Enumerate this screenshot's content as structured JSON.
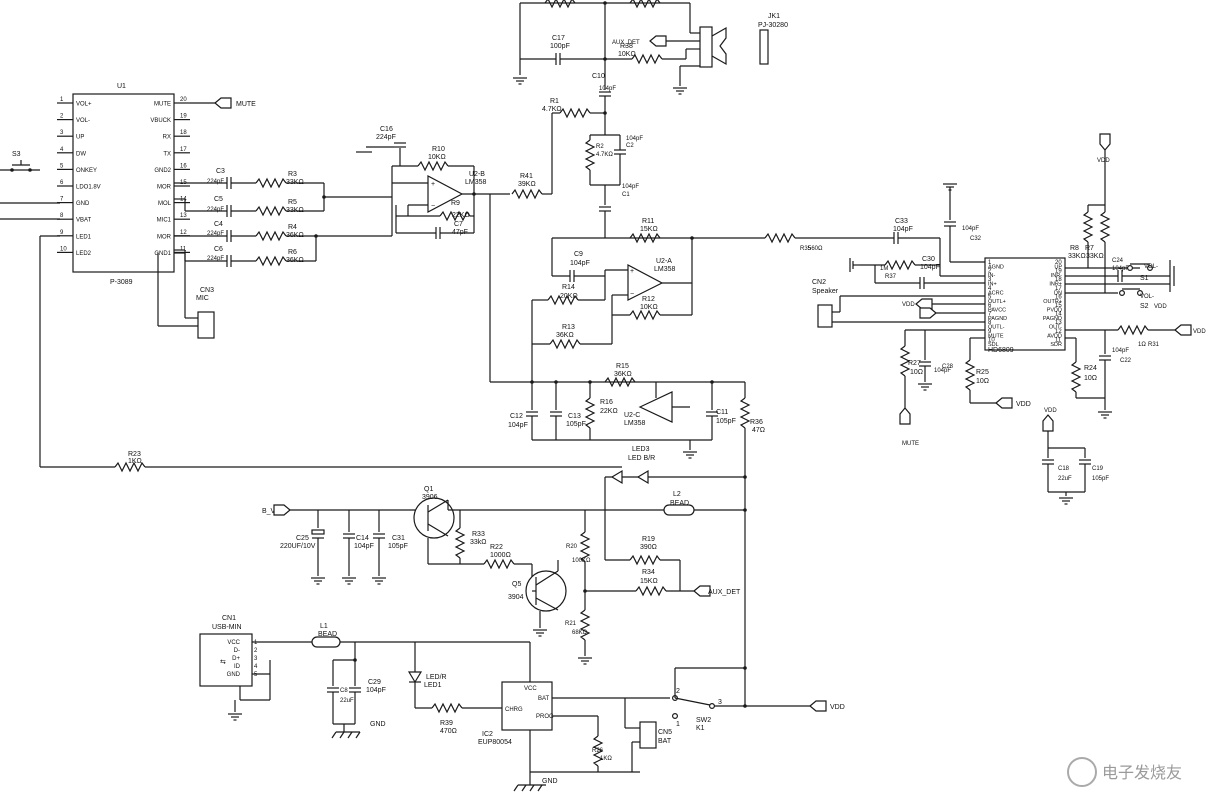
{
  "u1": {
    "ref": "U1",
    "part": "P-3089",
    "pins_left": [
      {
        "n": "1",
        "name": "VOL+"
      },
      {
        "n": "2",
        "name": "VOL-"
      },
      {
        "n": "3",
        "name": "UP"
      },
      {
        "n": "4",
        "name": "DW"
      },
      {
        "n": "5",
        "name": "ONKEY"
      },
      {
        "n": "6",
        "name": "LDO1.8V"
      },
      {
        "n": "7",
        "name": "GND"
      },
      {
        "n": "8",
        "name": "VBAT"
      },
      {
        "n": "9",
        "name": "LED1"
      },
      {
        "n": "10",
        "name": "LED2"
      }
    ],
    "pins_right": [
      {
        "n": "20",
        "name": "MUTE"
      },
      {
        "n": "19",
        "name": "VBUCK"
      },
      {
        "n": "18",
        "name": "RX"
      },
      {
        "n": "17",
        "name": "TX"
      },
      {
        "n": "16",
        "name": "GND2"
      },
      {
        "n": "15",
        "name": "MOR"
      },
      {
        "n": "14",
        "name": "MOL"
      },
      {
        "n": "13",
        "name": "MIC1"
      },
      {
        "n": "12",
        "name": "MOR"
      },
      {
        "n": "11",
        "name": "GND1"
      }
    ]
  },
  "labels": {
    "mute": "MUTE",
    "s3": "S3",
    "cn3": "CN3",
    "mic": "MIC",
    "c16": "C16",
    "c16v": "224pF",
    "c3": "C3",
    "c3v": "224pF",
    "c5": "C5",
    "c5v": "224pF",
    "c4": "C4",
    "c4v": "224pF",
    "c6": "C6",
    "c6v": "224pF",
    "r3": "R3",
    "r3v": "33KΩ",
    "r5": "R5",
    "r5v": "33KΩ",
    "r4": "R4",
    "r4v": "36KΩ",
    "r6": "R6",
    "r6v": "36KΩ",
    "r10": "R10",
    "r10v": "10KΩ",
    "r9": "R9",
    "r9v": "22KΩ",
    "c7": "C7",
    "c7v": "47pF",
    "u2b": "U2-B",
    "u2bp": "LM358",
    "r41": "R41",
    "r41v": "39KΩ",
    "c17": "C17",
    "c17v": "100pF",
    "r38": "R38",
    "r38v": "10KΩ",
    "auxdet": "AUX_DET",
    "jk1": "JK1",
    "jk1p": "PJ-30280",
    "c10": "C10",
    "c10v": "104pF",
    "r1": "R1",
    "r1v": "4.7KΩ",
    "r2": "R2",
    "r2v": "4.7KΩ",
    "c2": "C2",
    "c2v": "104pF",
    "c1": "C1",
    "c1v": "104pF",
    "r11": "R11",
    "r11v": "15KΩ",
    "c9": "C9",
    "c9v": "104pF",
    "u2a": "U2-A",
    "u2ap": "LM358",
    "r14": "R14",
    "r14v": "20KΩ",
    "r12": "R12",
    "r12v": "10KΩ",
    "r13": "R13",
    "r13v": "36KΩ",
    "r15": "R15",
    "r15v": "36KΩ",
    "r16": "R16",
    "r16v": "22KΩ",
    "u2c": "U2-C",
    "u2cp": "LM358",
    "c12": "C12",
    "c12v": "104pF",
    "c13": "C13",
    "c13v": "105pF",
    "c11": "C11",
    "c11v": "105pF",
    "r36": "R36",
    "r36v": "47Ω",
    "r23": "R23",
    "r23v": "1KΩ",
    "led3": "LED3",
    "led3v": "LED B/R",
    "q1": "Q1",
    "q1v": "3906",
    "bvdd": "B_VDD",
    "l2": "L2",
    "l2v": "BEAD",
    "c25": "C25",
    "c25v": "220UF/10V",
    "c14": "C14",
    "c14v": "104pF",
    "c31": "C31",
    "c31v": "105pF",
    "r33": "R33",
    "r33v": "33kΩ",
    "r22": "R22",
    "r22v": "1000Ω",
    "q5": "Q5",
    "q5v": "3904",
    "r20": "R20",
    "r20v": "100KΩ",
    "r19": "R19",
    "r19v": "390Ω",
    "r34": "R34",
    "r34v": "15KΩ",
    "auxdet2": "AUX_DET",
    "r21": "R21",
    "r21v": "68KΩ",
    "cn1": "CN1",
    "cn1p": "USB-MIN",
    "cn1pins": [
      "VCC",
      "D-",
      "D+",
      "ID",
      "GND"
    ],
    "l1": "L1",
    "l1v": "BEAD",
    "c8": "C8",
    "c8v": "22uF",
    "c29": "C29",
    "c29v": "104pF",
    "gnd": "GND",
    "led1": "LED1",
    "led1v": "LED/R",
    "r39": "R39",
    "r39v": "470Ω",
    "ic2": "IC2",
    "ic2p": "EUP80054",
    "chrg": "CHRG",
    "vcc": "VCC",
    "bat": "BAT",
    "prog": "PROG",
    "r26": "R26",
    "r26v": "1KΩ",
    "cn5": "CN5",
    "cn5v": "BAT",
    "sw2": "SW2",
    "k1": "K1",
    "vdd": "VDD",
    "gnd2": "GND",
    "r35": "R35",
    "r35v": "560Ω",
    "c33": "C33",
    "c33v": "104pF",
    "c32": "C32",
    "c32v": "104pF",
    "r8": "R8",
    "r8v": "33KΩ",
    "r7": "R7",
    "r7v": "33KΩ",
    "c24": "C24",
    "c24v": "104pF",
    "vol1": "VOL-",
    "vol2": "VOL-",
    "s1": "S1",
    "s2": "S2",
    "r37": "R37",
    "r37v": "1M",
    "c30": "C30",
    "c30v": "104pF",
    "cn2": "CN2",
    "cn2v": "Speaker",
    "r27": "R27",
    "r27v": "10Ω",
    "c28": "C28",
    "c28v": "104pF",
    "r25": "R25",
    "r25v": "10Ω",
    "r24": "R24",
    "r24v": "10Ω",
    "c22": "C22",
    "c22v": "104pF",
    "r31": "R31",
    "r31v": "1Ω",
    "c18": "C18",
    "c18v": "22uF",
    "c19": "C19",
    "c19v": "105pF",
    "watermark": "电子发烧友"
  },
  "u3": {
    "part": "HD6809",
    "pins_left": [
      {
        "n": "1",
        "name": "AGND"
      },
      {
        "n": "2",
        "name": "IN-"
      },
      {
        "n": "3",
        "name": "IN+"
      },
      {
        "n": "4",
        "name": "ACRC"
      },
      {
        "n": "5",
        "name": "OUTL+"
      },
      {
        "n": "6",
        "name": "PAVCC"
      },
      {
        "n": "7",
        "name": "PAGND"
      },
      {
        "n": "8",
        "name": "OUTL-"
      },
      {
        "n": "9",
        "name": "MUTE"
      },
      {
        "n": "10",
        "name": "SDL"
      }
    ],
    "pins_right": [
      {
        "n": "20",
        "name": "UP"
      },
      {
        "n": "19",
        "name": "INR-"
      },
      {
        "n": "18",
        "name": "INR+"
      },
      {
        "n": "17",
        "name": "DN"
      },
      {
        "n": "16",
        "name": "OUTR+"
      },
      {
        "n": "15",
        "name": "PVDD"
      },
      {
        "n": "14",
        "name": "PAGND"
      },
      {
        "n": "13",
        "name": "OUT-"
      },
      {
        "n": "12",
        "name": "AVDD"
      },
      {
        "n": "11",
        "name": "SDR"
      }
    ]
  }
}
